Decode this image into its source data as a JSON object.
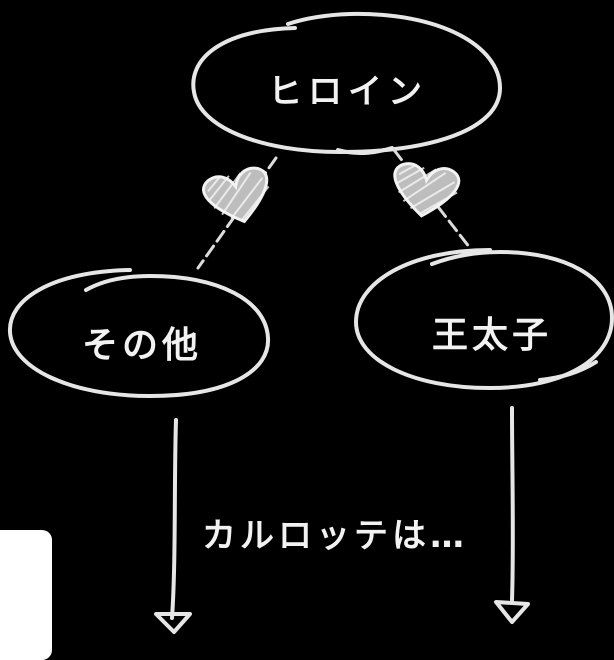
{
  "nodes": {
    "heroine": "ヒロイン",
    "others": "その他",
    "crown_prince": "王太子"
  },
  "question": "カルロッテは…",
  "colors": {
    "background": "#000000",
    "chalk": "#e6e6e6",
    "heart_fill": "#bdbdbd"
  },
  "icons": {
    "heart": "heart-icon",
    "arrow": "arrow-down-icon"
  }
}
